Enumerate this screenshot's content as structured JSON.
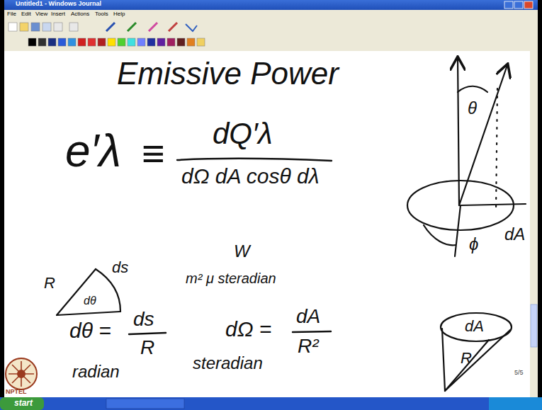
{
  "diagram": {
    "title": "Emissive Power",
    "labels": [
      "Untitled1 - Windows Journal",
      "File",
      "Edit",
      "View",
      "Insert",
      "Actions",
      "Tools",
      "Help",
      "e′λ",
      "≡",
      "dQ′λ",
      "dΩ dA cosθ dλ",
      "θ",
      "ϕ",
      "dA",
      "R",
      "dθ",
      "ds",
      "W",
      "m² μ steradian",
      "dθ =",
      "ds",
      "R",
      "radian",
      "dΩ =",
      "dA",
      "R²",
      "steradian",
      "dA",
      "R",
      "5/5",
      "NPTEL",
      "start"
    ]
  }
}
